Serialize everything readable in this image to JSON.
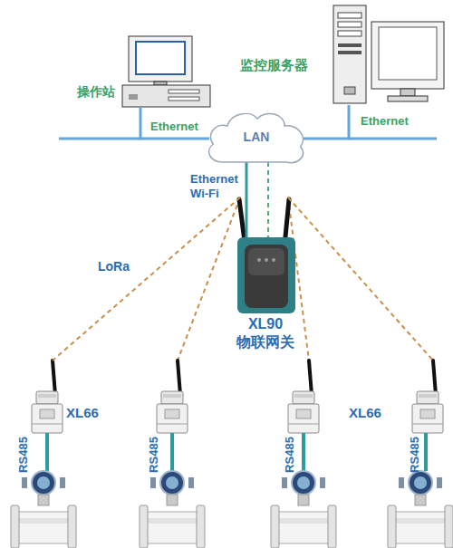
{
  "diagram": {
    "nodes": [
      {
        "text": [
          "操作站"
        ]
      },
      {
        "text": [
          "监控服务器"
        ]
      },
      {
        "text": [
          "LAN"
        ]
      },
      {
        "text": [
          "XL90 物联网关"
        ]
      },
      {
        "text": [
          "XL66"
        ]
      },
      {
        "text": [
          "XL66"
        ]
      }
    ],
    "edges": [
      {
        "from": 0,
        "to": 2,
        "arrow": "none",
        "label": "Ethernet"
      },
      {
        "from": 1,
        "to": 2,
        "arrow": "none",
        "label": "Ethernet"
      },
      {
        "from": 2,
        "to": 3,
        "arrow": "none",
        "label": "Ethernet Wi-Fi"
      },
      {
        "from": 3,
        "to": 4,
        "arrow": "none",
        "label": "LoRa"
      },
      {
        "from": 3,
        "to": 5,
        "arrow": "none"
      }
    ],
    "labels": [
      "RS485",
      "RS485",
      "RS485",
      "RS485"
    ]
  }
}
